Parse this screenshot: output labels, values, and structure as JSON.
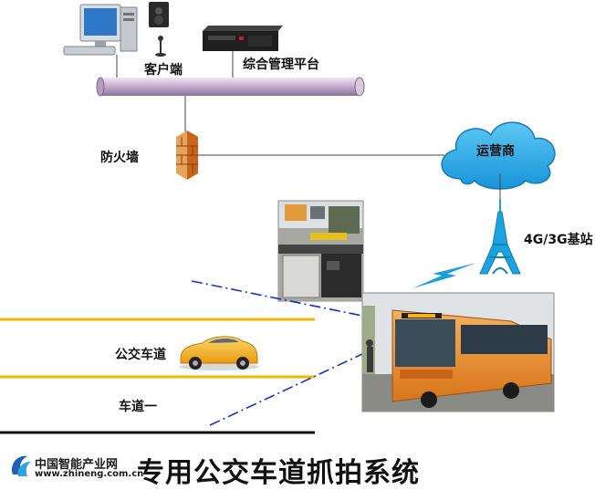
{
  "labels": {
    "client": "客户端",
    "platform": "综合管理平台",
    "firewall": "防火墙",
    "operator": "运营商",
    "base_station": "4G/3G基站",
    "bus_lane": "公交车道",
    "lane_one": "车道一"
  },
  "title": "专用公交车道抓拍系统",
  "logo": {
    "name": "中国智能产业网",
    "url": "www.zhineng.com.cn"
  },
  "colors": {
    "bus_pipe": "#c9b3d3",
    "cloud": "#1ea7e8",
    "lane_line": "#f2b700",
    "sight_line": "#1530c8",
    "bus_body": "#e7892a"
  }
}
